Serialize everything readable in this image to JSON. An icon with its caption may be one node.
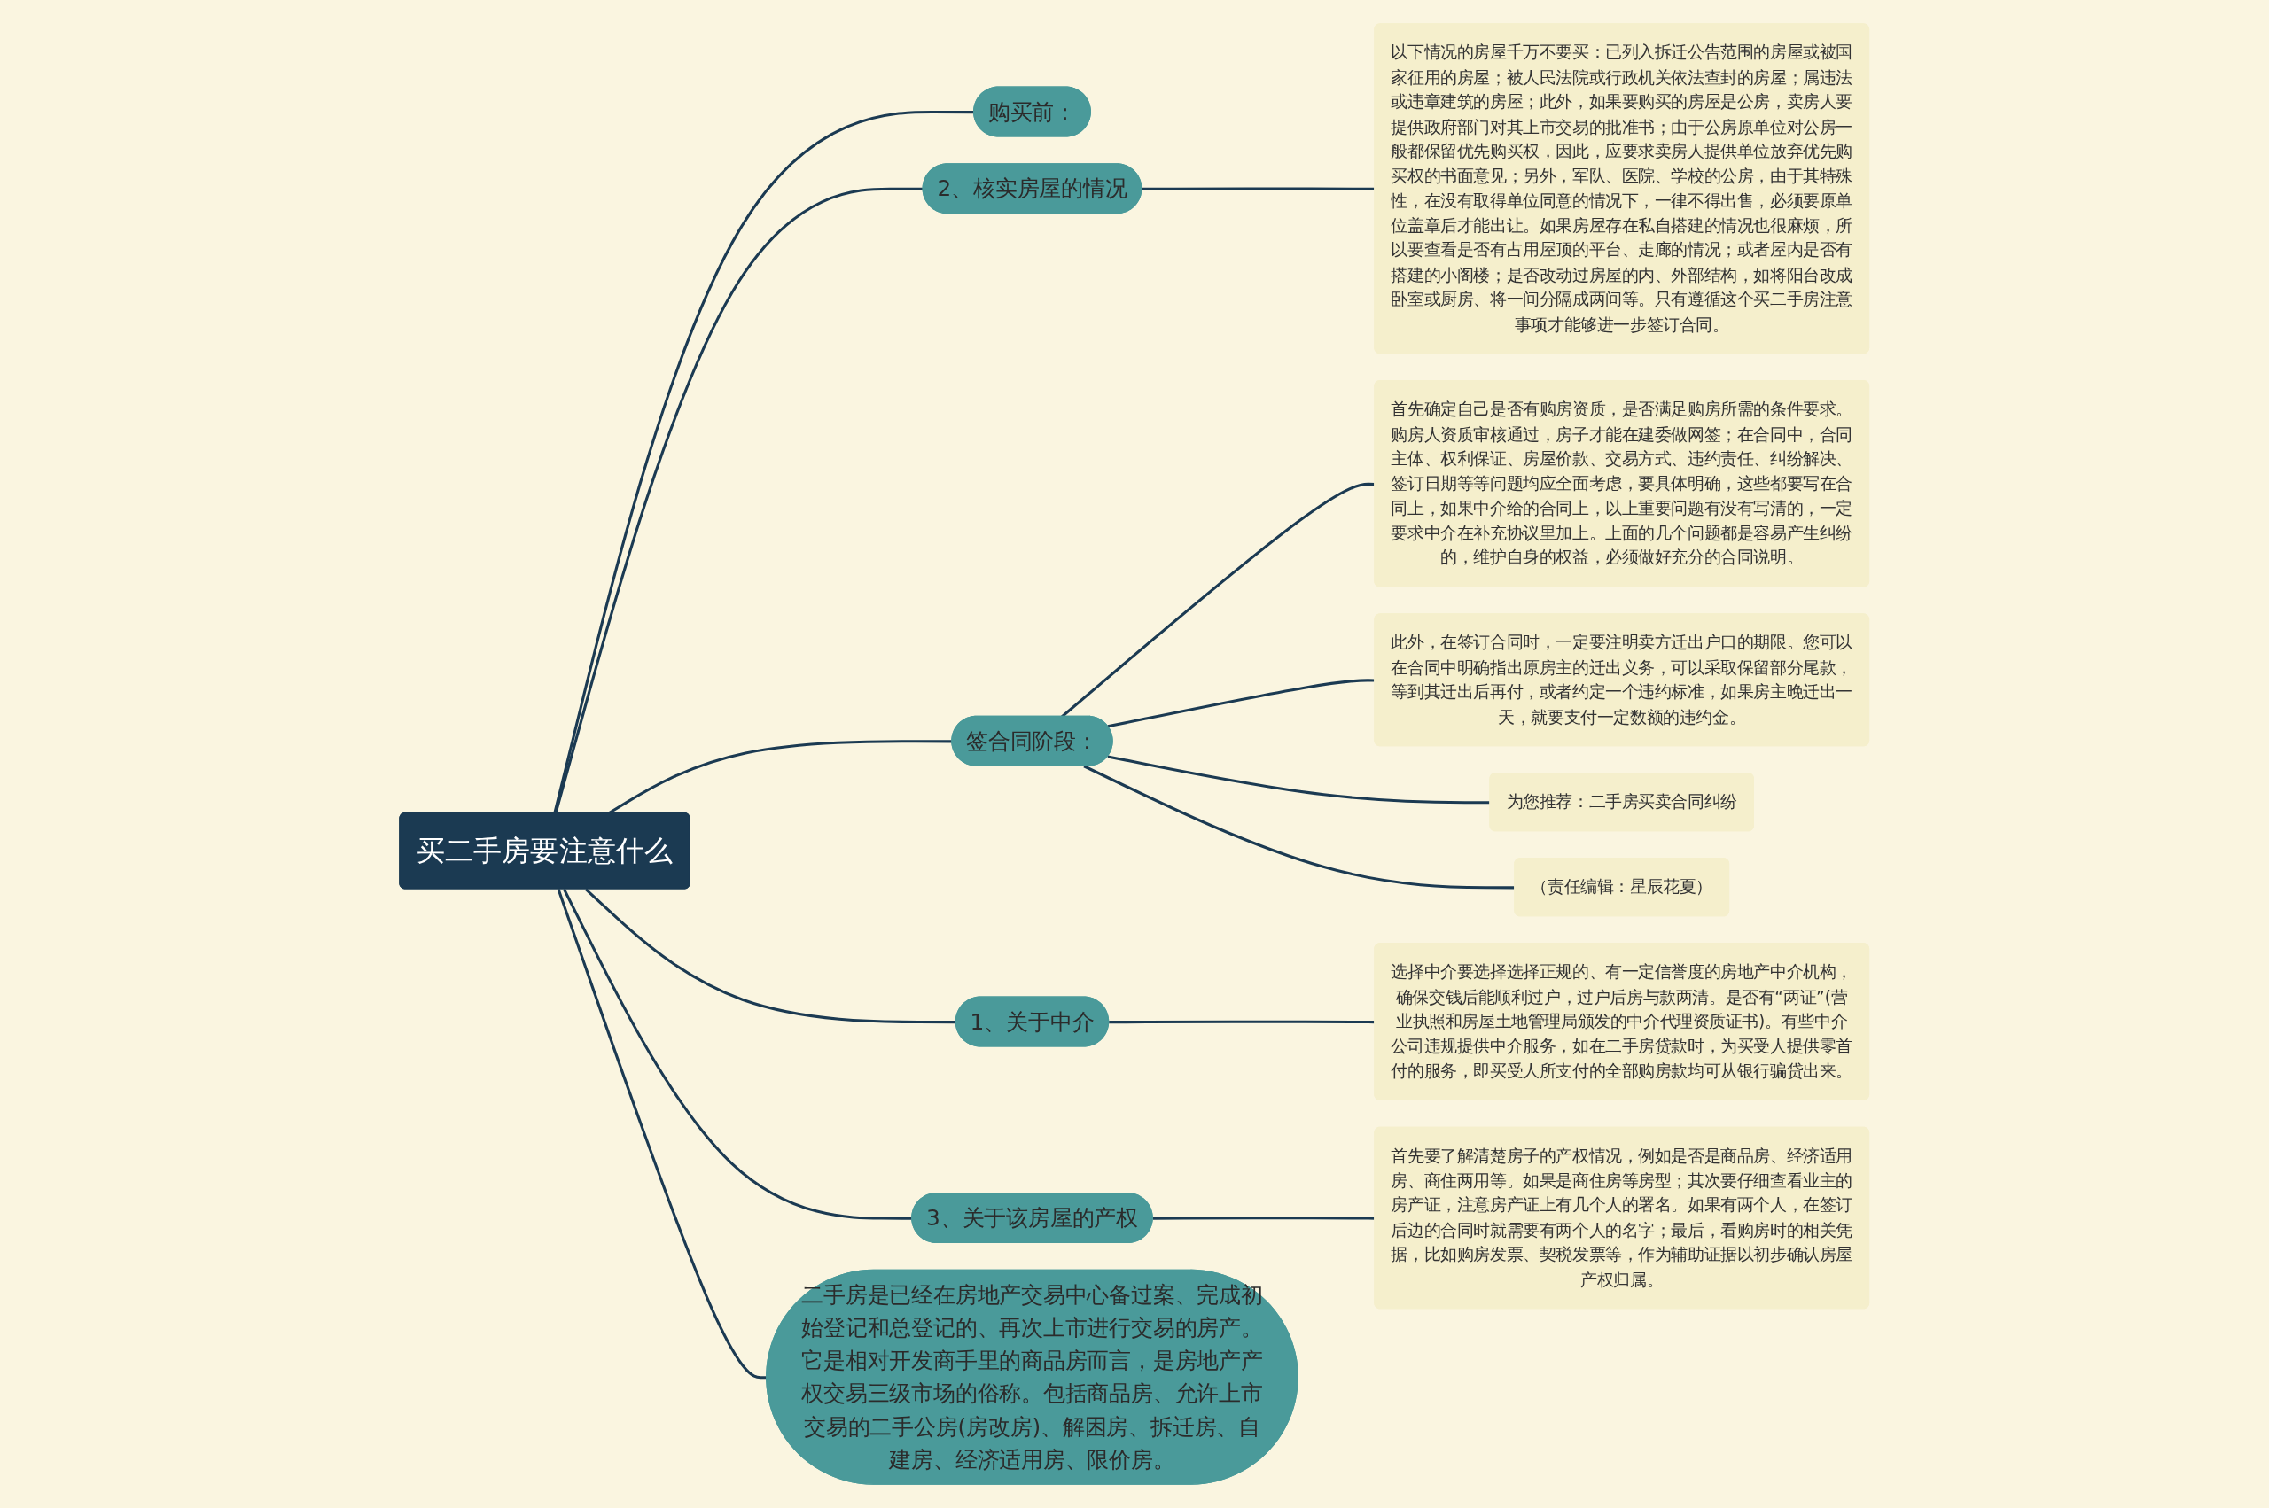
{
  "diagram": {
    "nodes": [
      {
        "text": [
          "买二手房要注意什么"
        ]
      },
      {
        "text": [
          "购买前："
        ]
      },
      {
        "text": [
          "2、核实房屋的情况"
        ]
      },
      {
        "text": [
          "以下情况的房屋千万不要买：已列入拆迁公告范围的房屋或被国家征用的房屋；被人民法院或行政机关依法查封的房屋；属违法或违章建筑的房屋；此外，如果要购买的房屋是公房，卖房人要提供政府部门对其上市交易的批准书；由于公房原单位对公房一般都保留优先购买权，因此，应要求卖房人提供单位放弃优先购买权的书面意见；另外，军队、医院、学校的公房，由于其特殊性，在没有取得单位同意的情况下，一律不得出售，必须要原单位盖章后才能出让。如果房屋存在私自搭建的情况也很麻烦，所以要查看是否有占用屋顶的平台、走廊的情况；或者屋内是否有搭建的小阁楼；是否改动过房屋的内、外部结构，如将阳台改成卧室或厨房、将一间分隔成两间等。只有遵循这个买二手房注意事项才能够进一步签订合同。"
        ]
      },
      {
        "text": [
          "签合同阶段："
        ]
      },
      {
        "text": [
          "首先确定自己是否有购房资质，是否满足购房所需的条件要求。购房人资质审核通过，房子才能在建委做网签；在合同中，合同主体、权利保证、房屋价款、交易方式、违约责任、纠纷解决、签订日期等等问题均应全面考虑，要具体明确，这些都要写在合同上，如果中介给的合同上，以上重要问题有没有写清的，一定要求中介在补充协议里加上。上面的几个问题都是容易产生纠纷的，维护自身的权益，必须做好充分的合同说明。"
        ]
      },
      {
        "text": [
          "此外，在签订合同时，一定要注明卖方迁出户口的期限。您可以在合同中明确指出原房主的迁出义务，可以采取保留部分尾款，等到其迁出后再付，或者约定一个违约标准，如果房主晚迁出一天，就要支付一定数额的违约金。"
        ]
      },
      {
        "text": [
          "为您推荐：二手房买卖合同纠纷"
        ]
      },
      {
        "text": [
          "（责任编辑：星辰花夏）"
        ]
      },
      {
        "text": [
          "二手房是已经在房地产交易中心备过案、完成初始登记和总登记的、再次上市进行交易的房产。它是相对开发商手里的商品房而言，是房地产产权交易三级市场的俗称。包括商品房、允许上市交易的二手公房(房改房)、解困房、拆迁房、自建房、经济适用房、限价房。"
        ]
      },
      {
        "text": [
          "1、关于中介"
        ]
      },
      {
        "text": [
          "选择中介要选择选择正规的、有一定信誉度的房地产中介机构，确保交钱后能顺利过户，过户后房与款两清。是否有“两证”(营业执照和房屋土地管理局颁发的中介代理资质证书)。有些中介公司违规提供中介服务，如在二手房贷款时，为买受人提供零首付的服务，即买受人所支付的全部购房款均可从银行骗贷出来。"
        ]
      },
      {
        "text": [
          "3、关于该房屋的产权"
        ]
      },
      {
        "text": [
          "首先要了解清楚房子的产权情况，例如是否是商品房、经济适用房、商住两用等。如果是商住房等房型；其次要仔细查看业主的房产证，注意房产证上有几个人的署名。如果有两个人，在签订后边的合同时就需要有两个人的名字；最后，看购房时的相关凭据，比如购房发票、契税发票等，作为辅助证据以初步确认房屋产权归属。"
        ]
      }
    ],
    "edges": [
      {
        "from": 0,
        "to": 1,
        "arrow": "none"
      },
      {
        "from": 0,
        "to": 2,
        "arrow": "none"
      },
      {
        "from": 2,
        "to": 3,
        "arrow": "none"
      },
      {
        "from": 0,
        "to": 4,
        "arrow": "none"
      },
      {
        "from": 4,
        "to": 5,
        "arrow": "none"
      },
      {
        "from": 4,
        "to": 6,
        "arrow": "none"
      },
      {
        "from": 4,
        "to": 7,
        "arrow": "none"
      },
      {
        "from": 4,
        "to": 8,
        "arrow": "none"
      },
      {
        "from": 0,
        "to": 9,
        "arrow": "none"
      },
      {
        "from": 0,
        "to": 10,
        "arrow": "none"
      },
      {
        "from": 10,
        "to": 11,
        "arrow": "none"
      },
      {
        "from": 0,
        "to": 12,
        "arrow": "none"
      },
      {
        "from": 12,
        "to": 13,
        "arrow": "none"
      }
    ]
  }
}
